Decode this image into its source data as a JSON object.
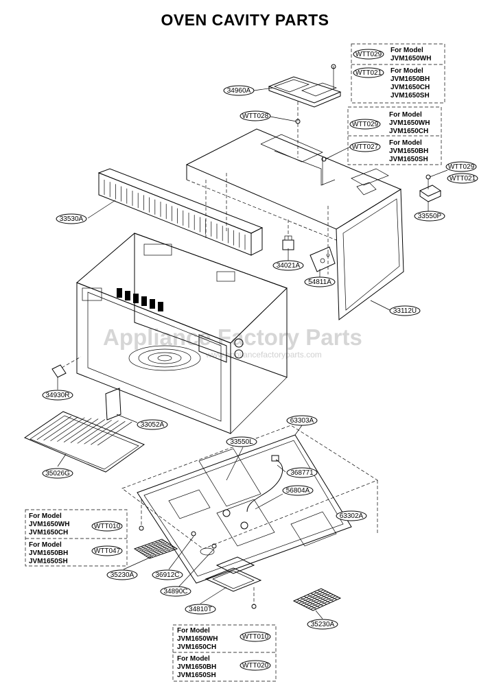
{
  "title": "OVEN CAVITY PARTS",
  "watermark": {
    "main": "Appliance Factory Parts",
    "url": "www.appliancefactoryparts.com"
  },
  "parts": [
    {
      "id": "34960A"
    },
    {
      "id": "WTT028"
    },
    {
      "id": "33530A"
    },
    {
      "id": "34021A"
    },
    {
      "id": "54811A"
    },
    {
      "id": "33550P"
    },
    {
      "id": "33112U"
    },
    {
      "id": "34930R"
    },
    {
      "id": "33052A"
    },
    {
      "id": "35026G"
    },
    {
      "id": "63303A"
    },
    {
      "id": "33550L"
    },
    {
      "id": "368771"
    },
    {
      "id": "56804A"
    },
    {
      "id": "63302A"
    },
    {
      "id": "35230A"
    },
    {
      "id": "36912C"
    },
    {
      "id": "34890C"
    },
    {
      "id": "34810T"
    },
    {
      "id": "35230A"
    },
    {
      "id": "WTT029"
    },
    {
      "id": "WTT021"
    }
  ],
  "model_boxes": [
    {
      "rows": [
        {
          "part": "WTT029",
          "label": "For Model",
          "models": [
            "JVM1650WH"
          ]
        },
        {
          "part": "WTT021",
          "label": "For Model",
          "models": [
            "JVM1650BH",
            "JVM1650CH",
            "JVM1650SH"
          ]
        }
      ]
    },
    {
      "rows": [
        {
          "part": "WTT029",
          "label": "For Model",
          "models": [
            "JVM1650WH",
            "JVM1650CH"
          ]
        },
        {
          "part": "WTT027",
          "label": "For Model",
          "models": [
            "JVM1650BH",
            "JVM1650SH"
          ]
        }
      ]
    },
    {
      "rows": [
        {
          "part": "WTT010",
          "label": "For Model",
          "models": [
            "JVM1650WH",
            "JVM1650CH"
          ]
        },
        {
          "part": "WTT047",
          "label": "For Model",
          "models": [
            "JVM1650BH",
            "JVM1650SH"
          ]
        }
      ]
    },
    {
      "rows": [
        {
          "part": "WTT010",
          "label": "For Model",
          "models": [
            "JVM1650WH",
            "JVM1650CH"
          ]
        },
        {
          "part": "WTT020",
          "label": "For Model",
          "models": [
            "JVM1650BH",
            "JVM1650SH"
          ]
        }
      ]
    }
  ]
}
